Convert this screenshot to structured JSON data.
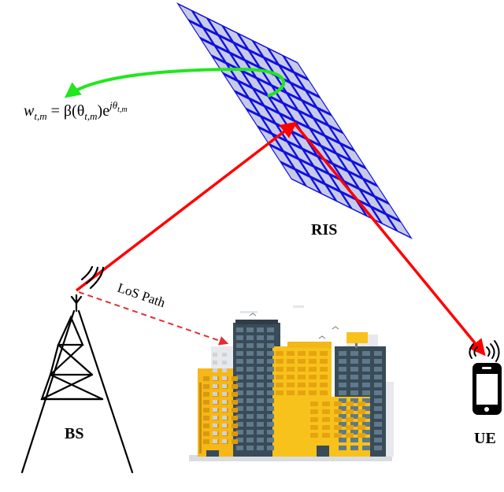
{
  "labels": {
    "ris": "RIS",
    "bs": "BS",
    "ue": "UE",
    "los_path": "LoS Path",
    "equation": "w",
    "equation_sub": "t,m",
    "equation_mid": " = β(θ",
    "equation_sub2": "t,m",
    "equation_end": ")e",
    "equation_sup": "jθ",
    "equation_sup_sub": "t,m"
  },
  "colors": {
    "ris_border": "#1010e0",
    "ris_cell": "#c7cbe6",
    "signal_path": "#ff0000",
    "los_path": "#e23030",
    "control_arrow": "#22e61e",
    "building_yellow": "#f7c21b",
    "building_dark": "#3a4b58",
    "building_light": "#d9dde1"
  },
  "icons": {
    "tower": "radio-tower-icon",
    "phone": "smartphone-icon",
    "city": "city-buildings-icon"
  }
}
